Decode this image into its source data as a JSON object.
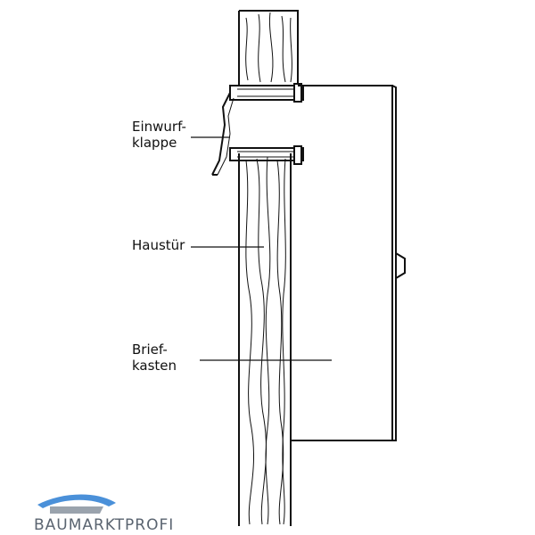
{
  "labels": {
    "einwurfklappe_line1": "Einwurf-",
    "einwurfklappe_line2": "klappe",
    "haustuer": "Haustür",
    "briefkasten_line1": "Brief-",
    "briefkasten_line2": "kasten"
  },
  "logo": {
    "text": "BAUMARKTPROFI",
    "color_roof": "#4a90d9",
    "color_text": "#5a6470"
  }
}
